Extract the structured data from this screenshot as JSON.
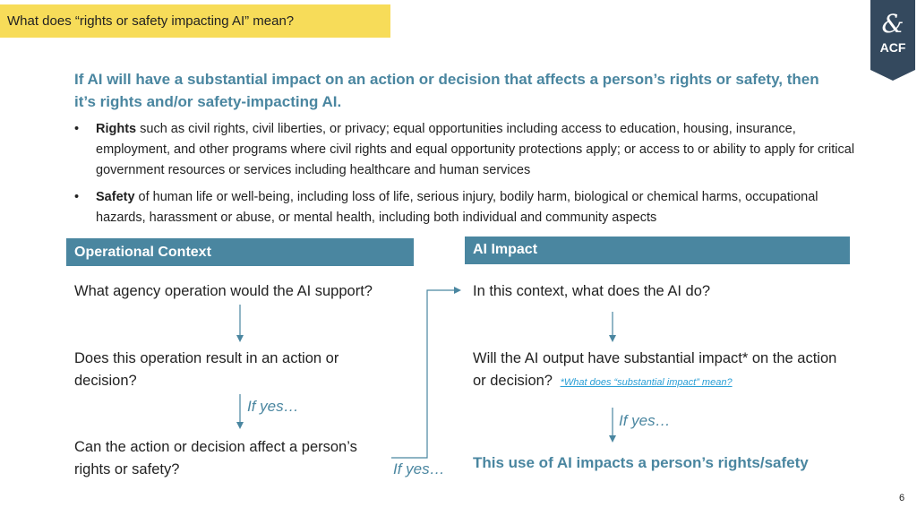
{
  "title": "What does “rights or safety impacting AI” mean?",
  "logo": {
    "glyph": "&",
    "text": "ACF",
    "color": "#34495e"
  },
  "lead": "If AI will have a substantial impact on an action or decision that affects a person’s rights or safety, then it’s rights and/or safety-impacting AI.",
  "bullets": [
    {
      "marker": "•",
      "term": "Rights",
      "text": " such as civil rights, civil liberties, or privacy; equal opportunities including access to education, housing, insurance, employment, and other programs where civil rights and equal opportunity protections apply; or access to or ability to apply for critical government resources or services including healthcare and human services"
    },
    {
      "marker": "•",
      "term": "Safety",
      "text": " of human life or well-being, including loss of life, serious injury, bodily harm, biological or chemical harms, occupational hazards, harassment or abuse, or mental health, including both individual and community aspects"
    }
  ],
  "operational_context": {
    "header": "Operational Context",
    "q1": "What agency operation would the AI support?",
    "q2": "Does this operation result in an action or decision?",
    "if_yes": "If yes…",
    "q3": "Can the action or decision affect a person’s rights or safety?",
    "if_yes_connector": "If yes…"
  },
  "ai_impact": {
    "header": "AI Impact",
    "q1": "In this context, what does the AI do?",
    "q2": "Will the AI output have substantial impact* on the action or decision?",
    "link": "*What does “substantial impact” mean?",
    "if_yes": "If yes…",
    "result": "This use of AI impacts a person’s rights/safety"
  },
  "page_number": "6",
  "colors": {
    "accent": "#4a86a0",
    "title_band": "#f7dc59",
    "link": "#2a9fd6"
  }
}
